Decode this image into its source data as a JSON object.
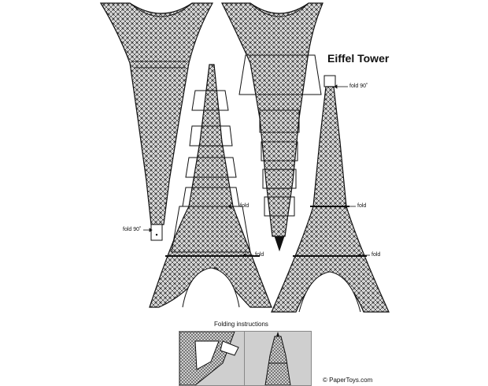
{
  "sheet": {
    "title": "Eiffel Tower",
    "fold_labels": {
      "fold_90_left": "fold 90˚",
      "fold_90_right": "fold 90˚",
      "fold_mid_1": "fold",
      "fold_mid_2": "fold",
      "fold_base_1": "fold",
      "fold_base_2": "fold"
    },
    "instructions_title": "Folding instructions",
    "copyright": "© PaperToys.com"
  },
  "colors": {
    "line": "#1a1a1a",
    "panel_bg": "#cfcfcf",
    "paper": "#ffffff"
  }
}
